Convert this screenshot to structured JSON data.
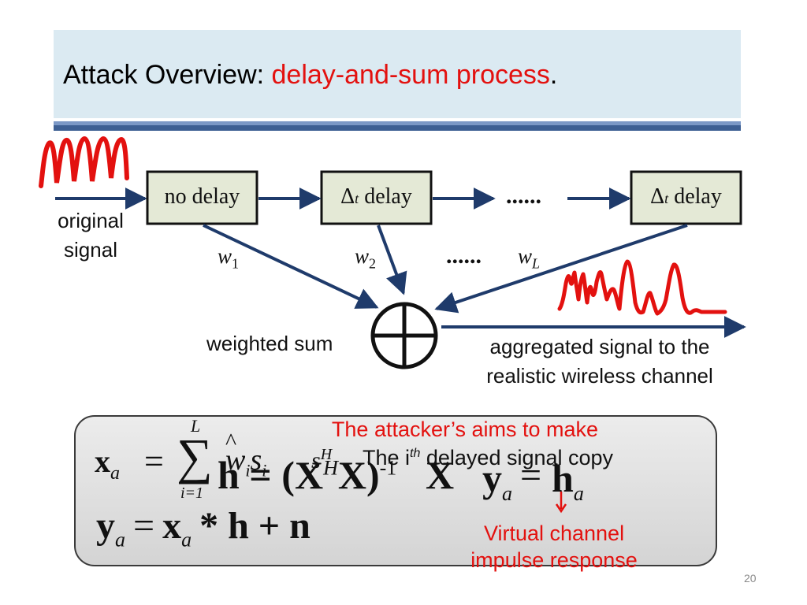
{
  "slide": {
    "title_prefix": "Attack Overview: ",
    "title_highlight": "delay-and-sum process",
    "title_suffix": ".",
    "page_number": "20"
  },
  "diagram": {
    "box1": "no delay",
    "box2_symbol": "Δ",
    "box2_sub": "t",
    "box2_text": " delay",
    "box3_symbol": "Δ",
    "box3_sub": "t",
    "box3_text": " delay",
    "ellipsis_top": "......",
    "ellipsis_mid": "......",
    "weight1": "w",
    "weight1_sub": "1",
    "weight2": "w",
    "weight2_sub": "2",
    "weightL": "w",
    "weightL_sub": "L",
    "label_original_line1": "original",
    "label_original_line2": "signal",
    "label_weighted_sum": "weighted sum",
    "label_aggregated_line1": "aggregated signal to the",
    "label_aggregated_line2": "realistic wireless channel"
  },
  "formulas": {
    "eq1_lhs": "x",
    "eq1_lhs_sub": "a",
    "eq1_eq": "=",
    "eq1_sum": "∑",
    "eq1_sum_top": "L",
    "eq1_sum_bottom": "i=1",
    "eq1_w": "w",
    "eq1_w_hat": "^",
    "eq1_w_sub": "i",
    "eq1_s": "s",
    "eq1_s_sub": "i",
    "eq1_extra_s": "s",
    "eq1_extra_H": "H",
    "eq1_note": "The i",
    "eq1_note_sup": "th",
    "eq1_note_rest": " delayed signal copy",
    "eq2_text": "h = (X",
    "eq2_sup": "H",
    "eq2_mid": "X)",
    "eq2_sup2": "-1",
    "eq2_X": "X",
    "eq2_y": "y",
    "eq2_y_sub": "a",
    "eq2_eq": "=",
    "eq2_h": "h",
    "eq2_h_sub": "a",
    "eq3_y": "y",
    "eq3_y_sub": "a",
    "eq3_eq": "=",
    "eq3_x": "x",
    "eq3_x_sub": "a",
    "eq3_rest": "* h + n",
    "note_top": "The attacker’s aims to make",
    "note_bottom_line1": "Virtual channel",
    "note_bottom_line2": "impulse response"
  },
  "colors": {
    "accent_red": "#e3110f",
    "arrow_navy": "#1f3b6b",
    "box_fill": "#e4e9d6",
    "title_bg": "#dbeaf2"
  }
}
